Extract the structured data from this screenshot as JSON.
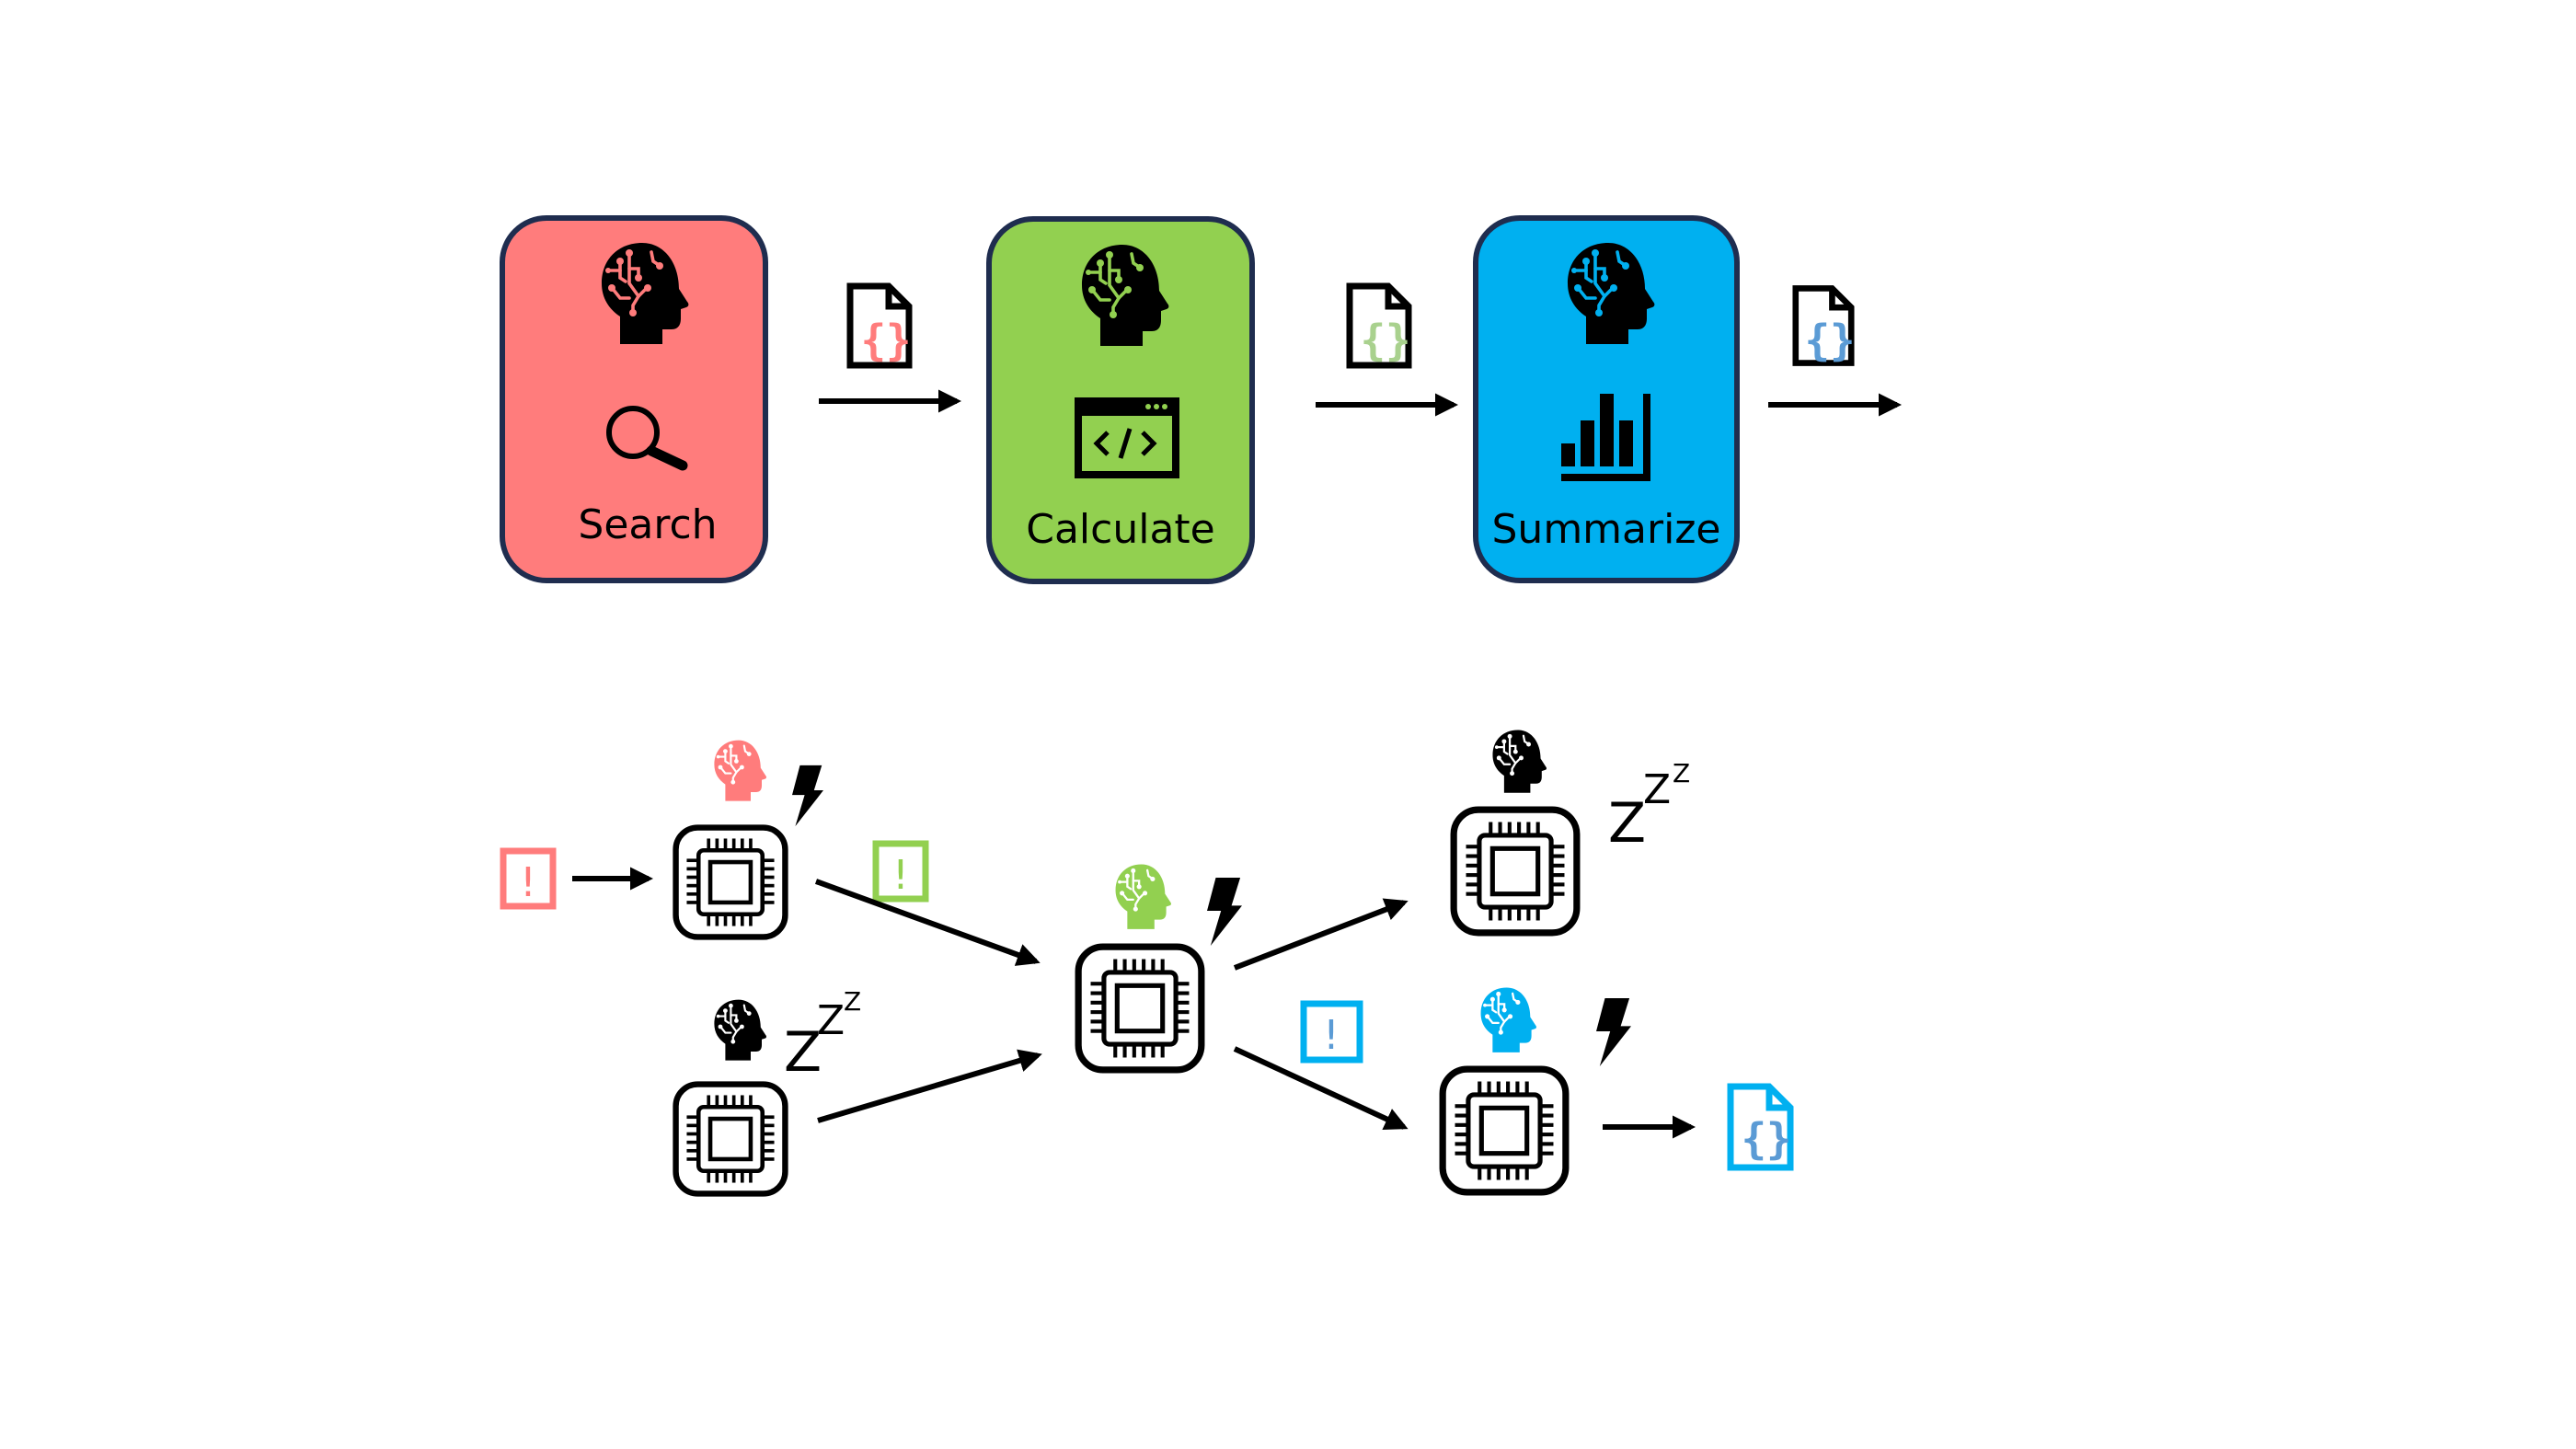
{
  "colors": {
    "search": "#ff7c7c",
    "calculate": "#92d050",
    "summarize": "#00b0f0",
    "box_border": "#1f2d4f",
    "ink": "#000000",
    "json_red": "#ff7c7c",
    "json_green": "#a9d18e",
    "json_blue": "#5b9bd5",
    "alert_red": "#ff7c7c",
    "alert_green": "#92d050",
    "alert_blue_border": "#00b0f0",
    "alert_blue_mark": "#5b9bd5"
  },
  "pipeline": {
    "stages": [
      {
        "label": "Search",
        "tool_icon": "magnifier-icon",
        "agent_icon": "ai-head-icon"
      },
      {
        "label": "Calculate",
        "tool_icon": "code-window-icon",
        "agent_icon": "ai-head-icon"
      },
      {
        "label": "Summarize",
        "tool_icon": "bar-chart-icon",
        "agent_icon": "ai-head-icon"
      }
    ],
    "outputs": [
      {
        "icon": "json-file-icon",
        "glyph": "{ }"
      },
      {
        "icon": "json-file-icon",
        "glyph": "{ }"
      },
      {
        "icon": "json-file-icon",
        "glyph": "{ }"
      }
    ]
  },
  "event_graph": {
    "nodes": [
      {
        "id": "node-search",
        "agent_color": "#ff7c7c",
        "state": "active",
        "state_icon": "lightning-icon"
      },
      {
        "id": "node-idle-left",
        "agent_color": "#000000",
        "state": "sleeping",
        "state_icon": "zzz-icon"
      },
      {
        "id": "node-calculate",
        "agent_color": "#92d050",
        "state": "active",
        "state_icon": "lightning-icon"
      },
      {
        "id": "node-idle-right",
        "agent_color": "#000000",
        "state": "sleeping",
        "state_icon": "zzz-icon"
      },
      {
        "id": "node-summarize",
        "agent_color": "#00b0f0",
        "state": "active",
        "state_icon": "lightning-icon"
      }
    ],
    "events": [
      {
        "icon": "alert-icon",
        "color": "#ff7c7c",
        "glyph": "!"
      },
      {
        "icon": "alert-icon",
        "color": "#92d050",
        "glyph": "!"
      },
      {
        "icon": "alert-icon",
        "color": "#00b0f0",
        "glyph": "!"
      }
    ],
    "sleep_text": {
      "big": "Z",
      "medium": "Z",
      "small": "Z"
    },
    "final_output": {
      "icon": "json-file-icon",
      "glyph": "{ }"
    }
  }
}
